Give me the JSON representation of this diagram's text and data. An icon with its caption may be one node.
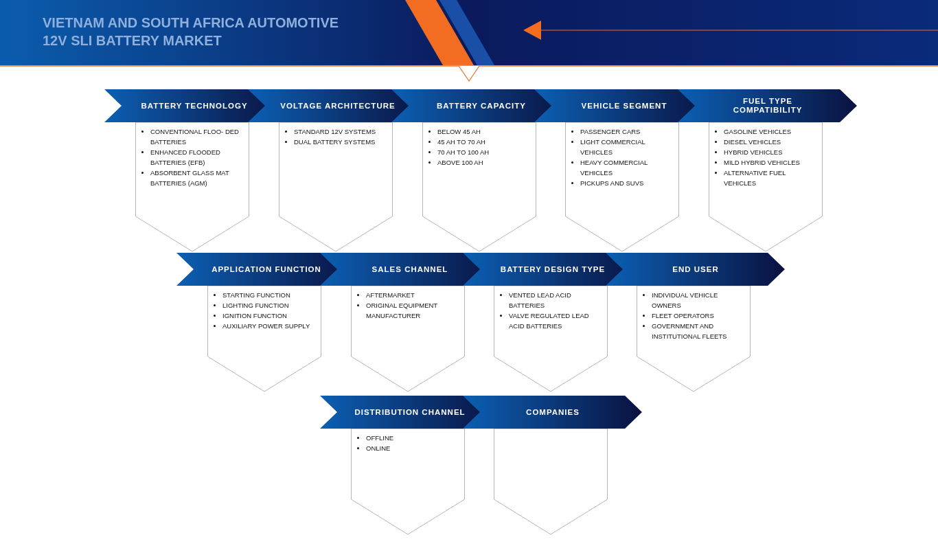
{
  "diagram": {
    "title": "VIETNAM AND SOUTH AFRICA AUTOMOTIVE 12V SLI BATTERY MARKET",
    "nodes": [
      {
        "text": [
          "BATTERY TECHNOLOGY",
          "CONVENTIONAL FLOO- DED BATTERIES",
          "ENHANCED FLOODED BATTERIES (EFB)",
          "ABSORBENT GLASS MAT BATTERIES (AGM)"
        ]
      },
      {
        "text": [
          "VOLTAGE ARCHITECTURE",
          "STANDARD 12V SYSTEMS",
          "DUAL BATTERY SYSTEMS"
        ]
      },
      {
        "text": [
          "BATTERY CAPACITY",
          "BELOW 45 AH",
          "45 AH TO 70 AH",
          "70 AH TO 100 AH",
          "ABOVE 100 AH"
        ]
      },
      {
        "text": [
          "VEHICLE SEGMENT",
          "PASSENGER CARS",
          "LIGHT COMMERCIAL VEHICLES",
          "HEAVY COMMERCIAL VEHICLES",
          "PICKUPS AND SUVS"
        ]
      },
      {
        "text": [
          "FUEL TYPE COMPATIBILITY",
          "GASOLINE VEHICLES",
          "DIESEL VEHICLES",
          "HYBRID VEHICLES",
          "MILD HYBRID VEHICLES",
          "ALTERNATIVE FUEL VEHICLES"
        ]
      },
      {
        "text": [
          "APPLICATION FUNCTION",
          "STARTING FUNCTION",
          "LIGHTING FUNCTION",
          "IGNITION FUNCTION",
          "AUXILIARY POWER SUPPLY"
        ]
      },
      {
        "text": [
          "SALES CHANNEL",
          "AFTERMARKET",
          "ORIGINAL EQUIPMENT MANUFACTURER"
        ]
      },
      {
        "text": [
          "BATTERY DESIGN TYPE",
          "VENTED LEAD ACID BATTERIES",
          "VALVE REGULATED LEAD ACID BATTERIES"
        ]
      },
      {
        "text": [
          "END USER",
          "INDIVIDUAL VEHICLE OWNERS",
          "FLEET OPERATORS",
          "GOVERNMENT AND INSTITUTIONAL FLEETS"
        ]
      },
      {
        "text": [
          "DISTRIBUTION CHANNEL",
          "OFFLINE",
          "ONLINE"
        ]
      },
      {
        "text": [
          "COMPANIES"
        ]
      }
    ]
  }
}
